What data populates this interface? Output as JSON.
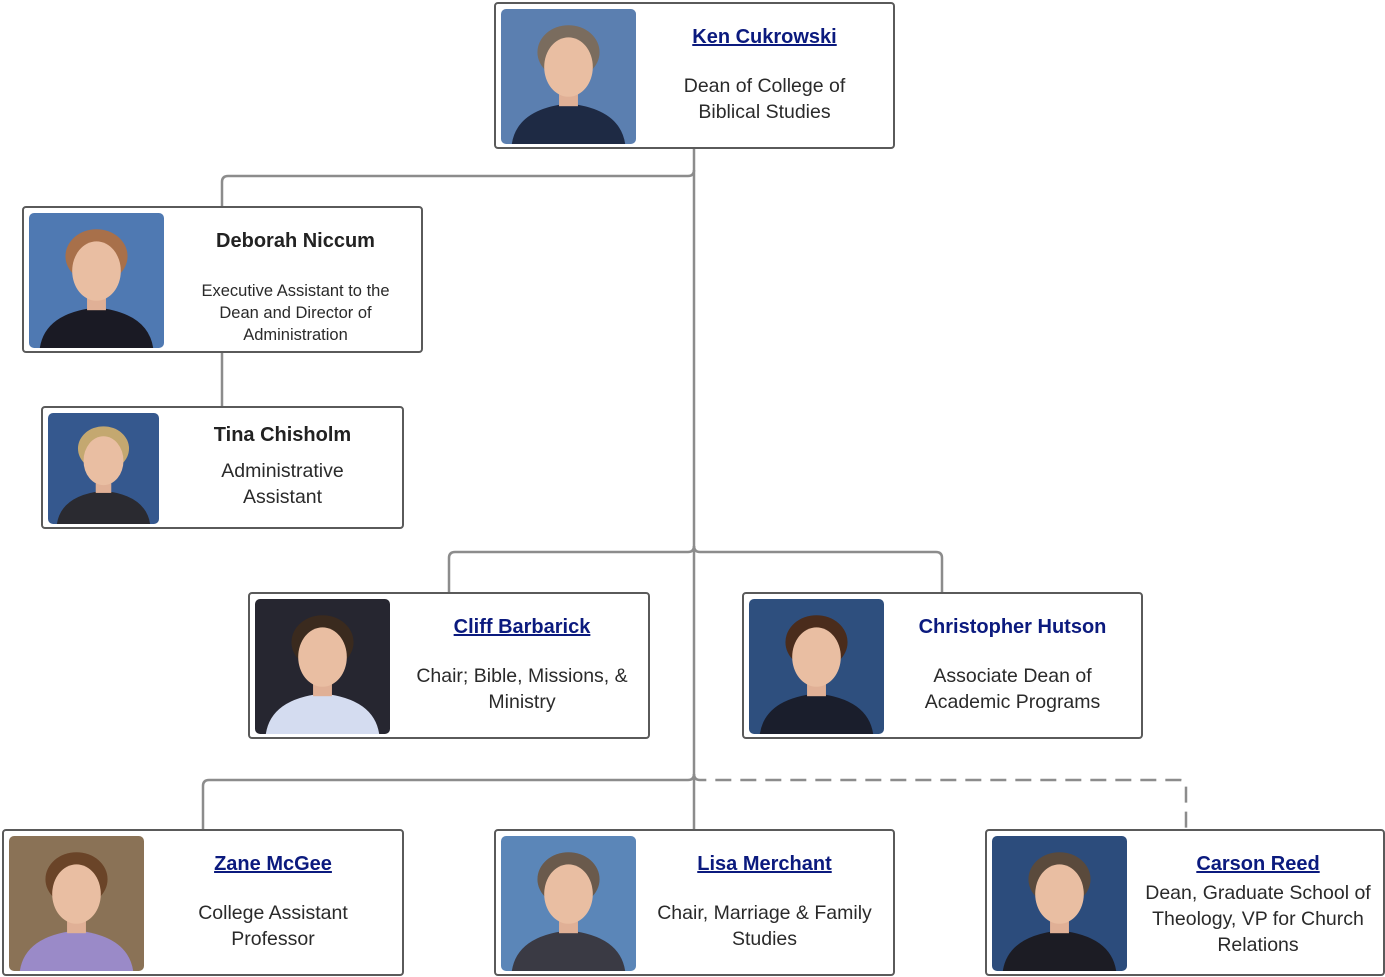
{
  "people": [
    {
      "id": "ken",
      "name": "Ken Cukrowski",
      "title": "Dean of College of Biblical Studies",
      "linked": true,
      "photo_bg": "#5b7fb0",
      "hair": "#7a6c5e",
      "clothes": "#1e2a44"
    },
    {
      "id": "deborah",
      "name": "Deborah Niccum",
      "title": "Executive Assistant to the Dean and Director of Administration",
      "linked": false,
      "photo_bg": "#4f79b2",
      "hair": "#a8704a",
      "clothes": "#1a1a24"
    },
    {
      "id": "tina",
      "name": "Tina Chisholm",
      "title": "Administrative Assistant",
      "linked": false,
      "photo_bg": "#35588e",
      "hair": "#c4a870",
      "clothes": "#2a2a30"
    },
    {
      "id": "cliff",
      "name": "Cliff Barbarick",
      "title": "Chair; Bible, Missions, & Ministry",
      "linked": true,
      "photo_bg": "#262630",
      "hair": "#3a2a1e",
      "clothes": "#d4dcf0"
    },
    {
      "id": "christopher",
      "name": "Christopher Hutson",
      "title": "Associate Dean of Academic Programs",
      "linked": false,
      "photo_bg": "#2e4f7e",
      "hair": "#4a2c1c",
      "clothes": "#1a1e2c"
    },
    {
      "id": "zane",
      "name": "Zane McGee",
      "title": "College Assistant Professor",
      "linked": true,
      "photo_bg": "#8a7256",
      "hair": "#6a4428",
      "clothes": "#9a8ac8"
    },
    {
      "id": "lisa",
      "name": "Lisa Merchant",
      "title": "Chair, Marriage & Family Studies",
      "linked": true,
      "photo_bg": "#5b86b8",
      "hair": "#6a5a4c",
      "clothes": "#3a3a44"
    },
    {
      "id": "carson",
      "name": "Carson Reed",
      "title": "Dean, Graduate School of Theology, VP for Church Relations",
      "linked": true,
      "photo_bg": "#2c4c7c",
      "hair": "#5a4a3c",
      "clothes": "#1c1c24"
    }
  ]
}
